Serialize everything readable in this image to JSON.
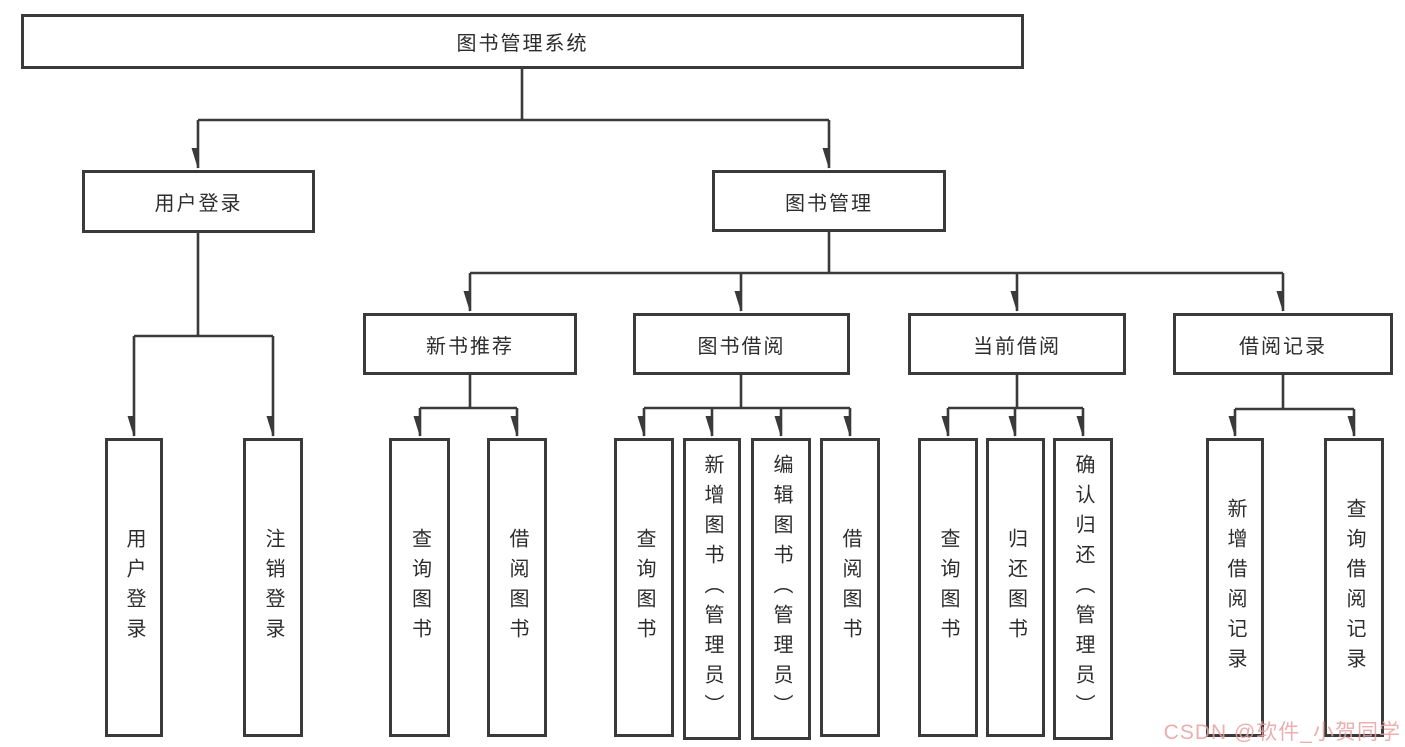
{
  "watermark": {
    "text": "CSDN @软件_小贺同学",
    "color": "#e9a0a0"
  },
  "diagram": {
    "type": "tree",
    "line_color": "#3a3a3a",
    "box_border_color": "#3a3a3a",
    "box_fill_color": "#ffffff",
    "text_color": "#2d2d2d",
    "tree": {
      "label": "图书管理系统",
      "children": [
        {
          "label": "用户登录",
          "children": [
            {
              "label": "用户登录"
            },
            {
              "label": "注销登录"
            }
          ]
        },
        {
          "label": "图书管理",
          "children": [
            {
              "label": "新书推荐",
              "children": [
                {
                  "label": "查询图书"
                },
                {
                  "label": "借阅图书"
                }
              ]
            },
            {
              "label": "图书借阅",
              "children": [
                {
                  "label": "查询图书"
                },
                {
                  "label": "新增图书（管理员）"
                },
                {
                  "label": "编辑图书（管理员）"
                },
                {
                  "label": "借阅图书"
                }
              ]
            },
            {
              "label": "当前借阅",
              "children": [
                {
                  "label": "查询图书"
                },
                {
                  "label": "归还图书"
                },
                {
                  "label": "确认归还（管理员）"
                }
              ]
            },
            {
              "label": "借阅记录",
              "children": [
                {
                  "label": "新增借阅记录"
                },
                {
                  "label": "查询借阅记录"
                }
              ]
            }
          ]
        }
      ]
    }
  }
}
